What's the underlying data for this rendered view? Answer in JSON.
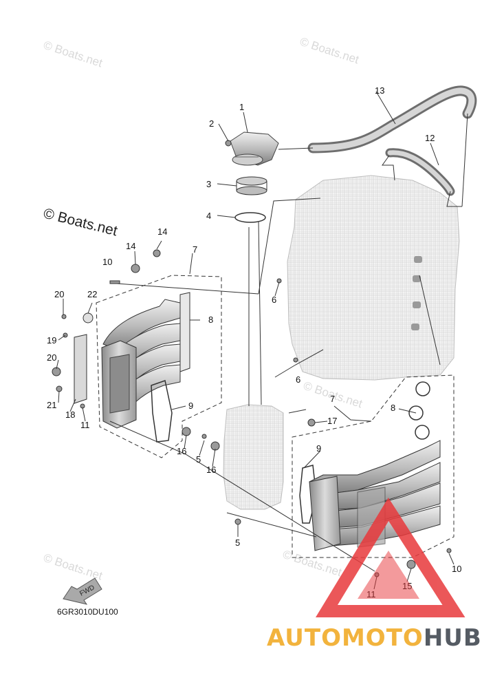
{
  "watermarks": {
    "main": "© Boats.net",
    "faint": "© Boats.net"
  },
  "diagram_code": "6GR3010DU100",
  "fwd_label": "FWD",
  "brand": {
    "part1": "AUTOMOTO",
    "part2": "HUB",
    "color_primary": "#f2b33d",
    "color_secondary": "#555b63",
    "logo_color": "#e8393c"
  },
  "callouts": {
    "c1": "1",
    "c2": "2",
    "c3": "3",
    "c4": "4",
    "c5a": "5",
    "c5b": "5",
    "c6a": "6",
    "c6b": "6",
    "c7a": "7",
    "c7b": "7",
    "c8a": "8",
    "c8b": "8",
    "c9a": "9",
    "c9b": "9",
    "c10a": "10",
    "c10b": "10",
    "c11a": "11",
    "c11b": "11",
    "c12": "12",
    "c13": "13",
    "c14a": "14",
    "c14b": "14",
    "c15": "15",
    "c16a": "16",
    "c16b": "16",
    "c17": "17",
    "c18": "18",
    "c19": "19",
    "c20a": "20",
    "c20b": "20",
    "c21": "21",
    "c22": "22"
  }
}
